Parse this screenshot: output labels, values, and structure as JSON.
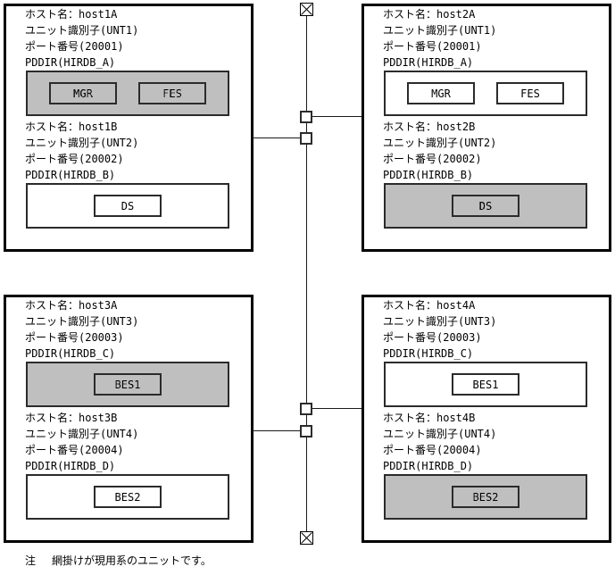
{
  "hosts": [
    {
      "name": "host1",
      "sections": [
        {
          "lines": [
            "ホスト名：host1A",
            "ユニット識別子(UNT1)",
            "ポート番号(20001)",
            "PDDIR(HIRDB_A)"
          ],
          "shaded": true,
          "components": [
            "MGR",
            "FES"
          ]
        },
        {
          "lines": [
            "ホスト名：host1B",
            "ユニット識別子(UNT2)",
            "ポート番号(20002)",
            "PDDIR(HIRDB_B)"
          ],
          "shaded": false,
          "components": [
            "DS"
          ]
        }
      ]
    },
    {
      "name": "host2",
      "sections": [
        {
          "lines": [
            "ホスト名：host2A",
            "ユニット識別子(UNT1)",
            "ポート番号(20001)",
            "PDDIR(HIRDB_A)"
          ],
          "shaded": false,
          "components": [
            "MGR",
            "FES"
          ]
        },
        {
          "lines": [
            "ホスト名：host2B",
            "ユニット識別子(UNT2)",
            "ポート番号(20002)",
            "PDDIR(HIRDB_B)"
          ],
          "shaded": true,
          "components": [
            "DS"
          ]
        }
      ]
    },
    {
      "name": "host3",
      "sections": [
        {
          "lines": [
            "ホスト名：host3A",
            "ユニット識別子(UNT3)",
            "ポート番号(20003)",
            "PDDIR(HIRDB_C)"
          ],
          "shaded": true,
          "components": [
            "BES1"
          ]
        },
        {
          "lines": [
            "ホスト名：host3B",
            "ユニット識別子(UNT4)",
            "ポート番号(20004)",
            "PDDIR(HIRDB_D)"
          ],
          "shaded": false,
          "components": [
            "BES2"
          ]
        }
      ]
    },
    {
      "name": "host4",
      "sections": [
        {
          "lines": [
            "ホスト名：host4A",
            "ユニット識別子(UNT3)",
            "ポート番号(20003)",
            "PDDIR(HIRDB_C)"
          ],
          "shaded": false,
          "components": [
            "BES1"
          ]
        },
        {
          "lines": [
            "ホスト名：host4B",
            "ユニット識別子(UNT4)",
            "ポート番号(20004)",
            "PDDIR(HIRDB_D)"
          ],
          "shaded": true,
          "components": [
            "BES2"
          ]
        }
      ]
    }
  ],
  "network": {
    "terminator_icon": "boxed-x-terminator",
    "tap_icon": "small-square-tap",
    "trunk": "vertical-network-line"
  },
  "note": {
    "label": "注",
    "text": "網掛けが現用系のユニットです。"
  },
  "colors": {
    "line": "#000000",
    "background": "#ffffff",
    "shade_dot": "#000000"
  }
}
